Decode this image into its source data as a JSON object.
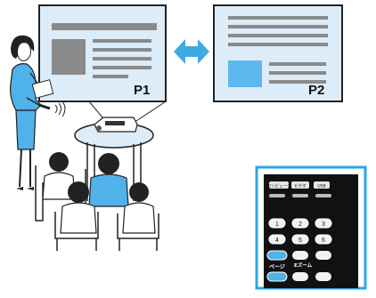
{
  "screens": {
    "left": {
      "label": "P1"
    },
    "right": {
      "label": "P2"
    }
  },
  "remote": {
    "top_buttons": [
      "コンピュータ",
      "ビデオ",
      "USB"
    ],
    "key_numbers": [
      "1",
      "2",
      "3",
      "4",
      "5",
      "6"
    ],
    "row_labels": [
      "ページ",
      "Eズーム"
    ]
  },
  "colors": {
    "screen_fill": "#dcecf8",
    "screen_border": "#222222",
    "accent_blue": "#3fa9e6",
    "person_blue": "#4fb2e8",
    "text_bar": "#8a8a8a",
    "remote_border": "#2aa7e6"
  },
  "icons": {
    "swap": "double-arrow-left-right-icon"
  }
}
